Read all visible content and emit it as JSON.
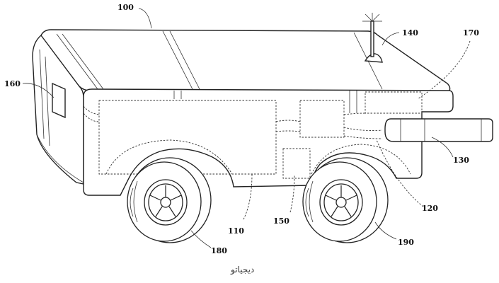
{
  "labels": {
    "l100": "100",
    "l140": "140",
    "l170": "170",
    "l160": "160",
    "l130": "130",
    "l120": "120",
    "l110": "110",
    "l150": "150",
    "l180": "180",
    "l190": "190"
  },
  "watermark": "دیجیاتو"
}
